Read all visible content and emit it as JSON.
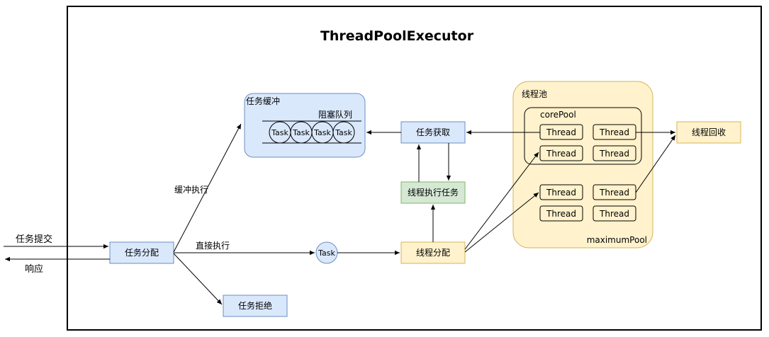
{
  "title": "ThreadPoolExecutor",
  "outside": {
    "submit": "任务提交",
    "respond": "响应"
  },
  "nodes": {
    "dispatch": "任务分配",
    "reject": "任务拒绝",
    "task_direct": "Task",
    "thread_dispatch": "线程分配",
    "thread_exec": "线程执行任务",
    "task_fetch": "任务获取",
    "thread_recycle": "线程回收"
  },
  "buffer": {
    "title": "任务缓冲",
    "queue_label": "阻塞队列",
    "tasks": [
      "Task",
      "Task",
      "Task",
      "Task"
    ]
  },
  "pool": {
    "title": "线程池",
    "core_label": "corePool",
    "max_label": "maximumPool",
    "core_threads": [
      "Thread",
      "Thread",
      "Thread",
      "Thread"
    ],
    "extra_threads": [
      "Thread",
      "Thread",
      "Thread",
      "Thread"
    ]
  },
  "edges": {
    "buffer_exec": "缓冲执行",
    "direct_exec": "直接执行"
  },
  "colors": {
    "blue_fill": "#dae8fc",
    "blue_stroke": "#6c8ebf",
    "yellow_fill": "#fff2cc",
    "yellow_stroke": "#d6b656",
    "green_fill": "#d5e8d4",
    "green_stroke": "#82b366"
  }
}
